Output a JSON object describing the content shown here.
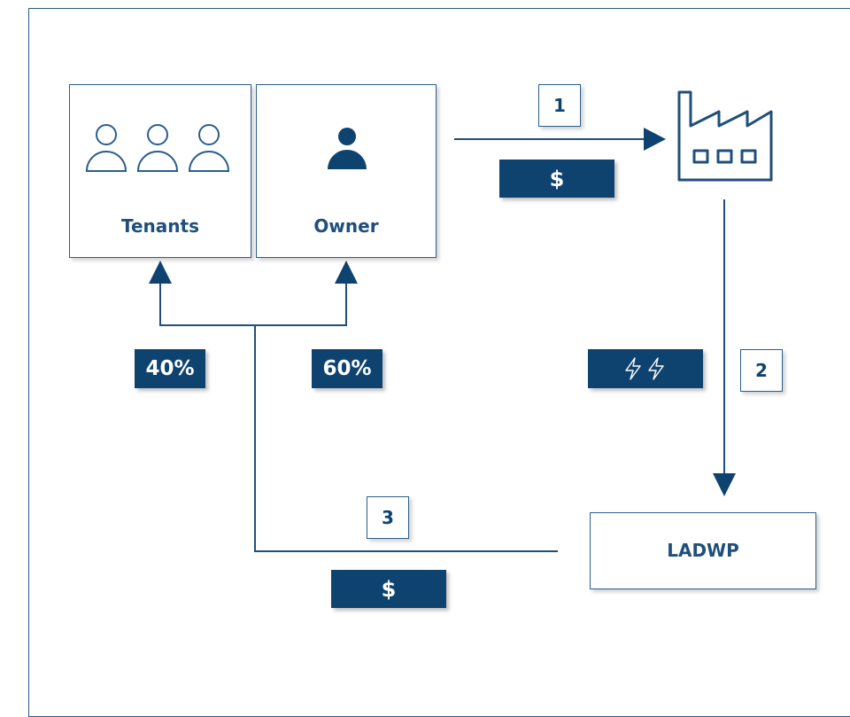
{
  "nodes": {
    "tenants": {
      "label": "Tenants"
    },
    "owner": {
      "label": "Owner"
    },
    "ladwp": {
      "label": "LADWP"
    }
  },
  "steps": {
    "step1": "1",
    "step2": "2",
    "step3": "3"
  },
  "tags": {
    "payment_top": "$",
    "payment_bottom": "$",
    "split_tenants": "40%",
    "split_owner": "60%"
  },
  "icons": {
    "tenants": "people-outline-icon",
    "owner": "person-filled-icon",
    "plant": "factory-icon",
    "electricity": "lightning-icon"
  },
  "colors": {
    "primary": "#0e4370",
    "line": "#1f4f7a",
    "icon_outline": "#2a5e8c"
  }
}
